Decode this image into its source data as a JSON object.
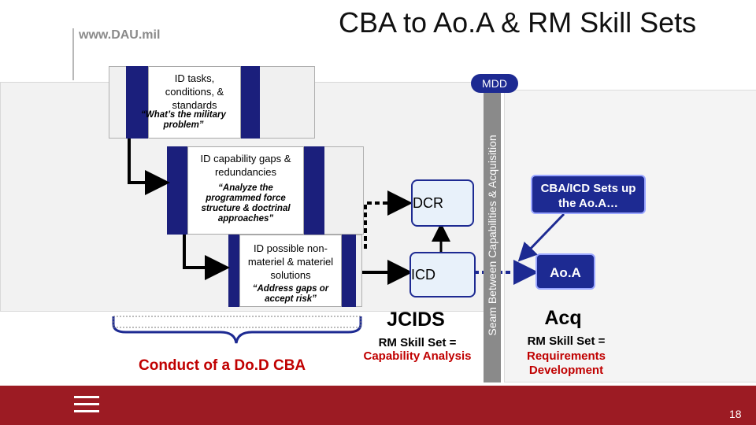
{
  "header": {
    "title": "CBA to Ao.A & RM Skill Sets",
    "site": "www.DAU.mil"
  },
  "steps": [
    {
      "title": "ID tasks, conditions, & standards",
      "quote": "“What’s the military problem”"
    },
    {
      "title": "ID capability gaps & redundancies",
      "quote": "“Analyze the programmed force structure & doctrinal approaches”"
    },
    {
      "title": "ID possible non-materiel & materiel solutions",
      "quote": "“Address gaps or accept risk”"
    }
  ],
  "labels": {
    "mdd": "MDD",
    "dcr": "DCR",
    "icd": "ICD",
    "cba_icd": "CBA/ICD Sets up the Ao.A…",
    "aoa": "Ao.A",
    "seam": "Seam Between Capabilities & Acquisition",
    "jcids": "JCIDS",
    "acq": "Acq",
    "rm_left_prefix": "RM Skill Set =",
    "rm_left_value": "Capability Analysis",
    "rm_right_prefix": "RM Skill Set =",
    "rm_right_value": "Requirements Development",
    "conduct": "Conduct of a Do.D CBA"
  },
  "footer": {
    "page_number": "18"
  },
  "colors": {
    "navy": "#1d2a92",
    "red": "#c00000",
    "footer": "#9c1b23"
  }
}
